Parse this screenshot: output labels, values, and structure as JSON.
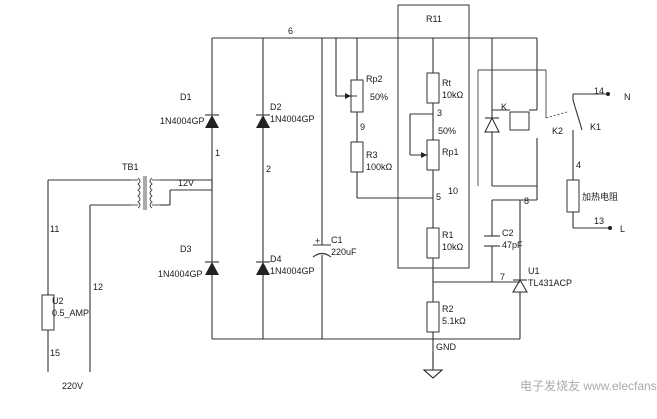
{
  "components": {
    "d1": {
      "ref": "D1",
      "part": "1N4004GP"
    },
    "d2": {
      "ref": "D2",
      "part": "1N4004GP"
    },
    "d3": {
      "ref": "D3",
      "part": "1N4004GP"
    },
    "d4": {
      "ref": "D4",
      "part": "1N4004GP"
    },
    "tb1": {
      "ref": "TB1",
      "secondary": "12V"
    },
    "c1": {
      "ref": "C1",
      "value": "220uF"
    },
    "c2": {
      "ref": "C2",
      "value": "47pF"
    },
    "rp2": {
      "ref": "Rp2",
      "value": "50%"
    },
    "rp1": {
      "ref": "Rp1",
      "value": "50%"
    },
    "r3": {
      "ref": "R3",
      "value": "100kΩ"
    },
    "rt": {
      "ref": "Rt",
      "value": "10kΩ"
    },
    "r1": {
      "ref": "R1",
      "value": "10kΩ"
    },
    "r2": {
      "ref": "R2",
      "value": "5.1kΩ"
    },
    "u1": {
      "ref": "U1",
      "part": "TL431ACP"
    },
    "u2": {
      "ref": "U2",
      "value": "0.5_AMP"
    },
    "r11": {
      "ref": "R11"
    },
    "k": {
      "ref": "K"
    },
    "k1": {
      "ref": "K1"
    },
    "k2": {
      "ref": "K2"
    },
    "heater": {
      "label": "加热电阻"
    }
  },
  "nets": {
    "n1": "1",
    "n2": "2",
    "n3": "3",
    "n4": "4",
    "n5": "5",
    "n6": "6",
    "n7": "7",
    "n8": "8",
    "n9": "9",
    "n10": "10",
    "n11": "11",
    "n12": "12",
    "n13": "13",
    "n14": "14",
    "n15": "15"
  },
  "terminals": {
    "line": "N",
    "load": "L"
  },
  "labels": {
    "gnd": "GND",
    "mains": "220V"
  },
  "watermark": "电子发烧友 www.elecfans.com"
}
